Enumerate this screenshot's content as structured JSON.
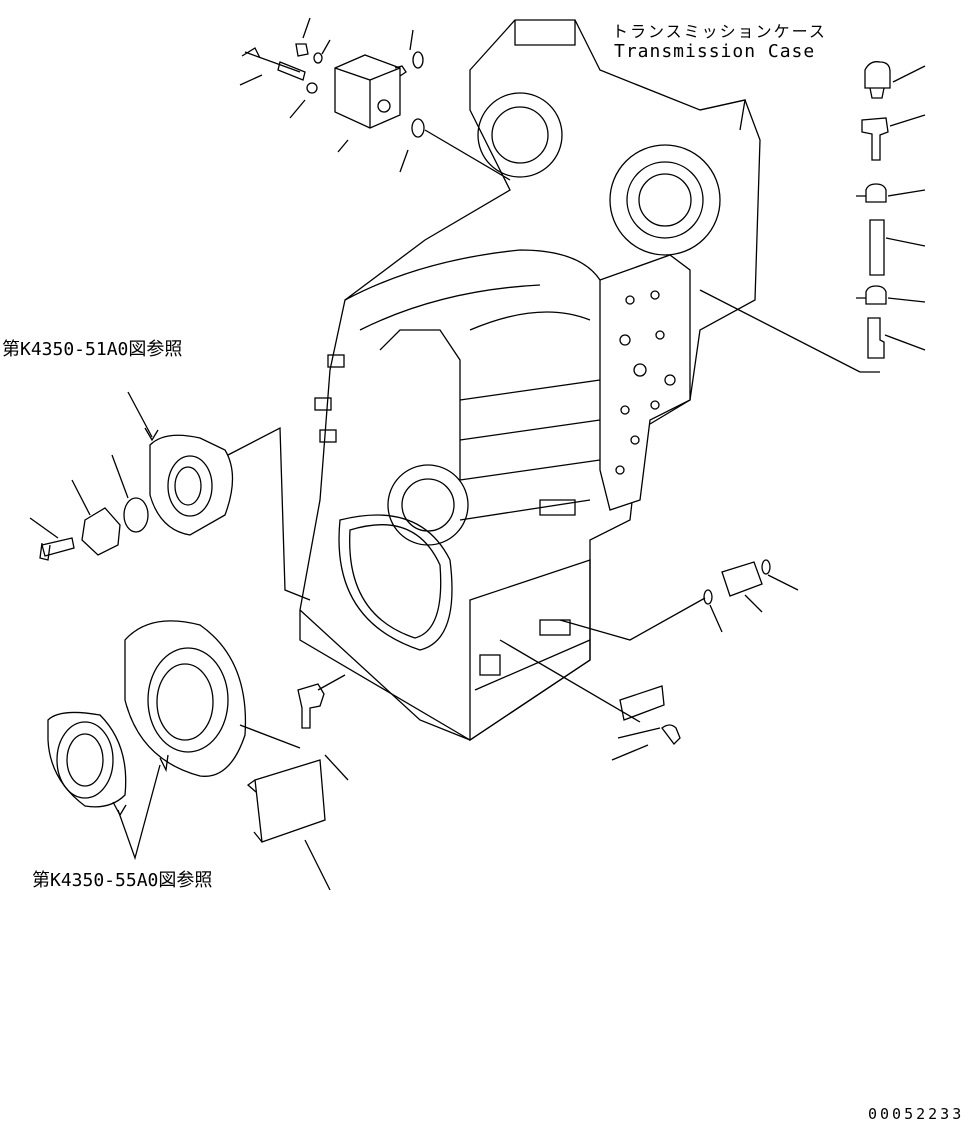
{
  "diagram": {
    "part_name_jp": "トランスミッションケース",
    "part_name_en": "Transmission Case",
    "reference_1": "第K4350-51A0図参照",
    "reference_2": "第K4350-55A0図参照",
    "drawing_number": "00052233"
  }
}
